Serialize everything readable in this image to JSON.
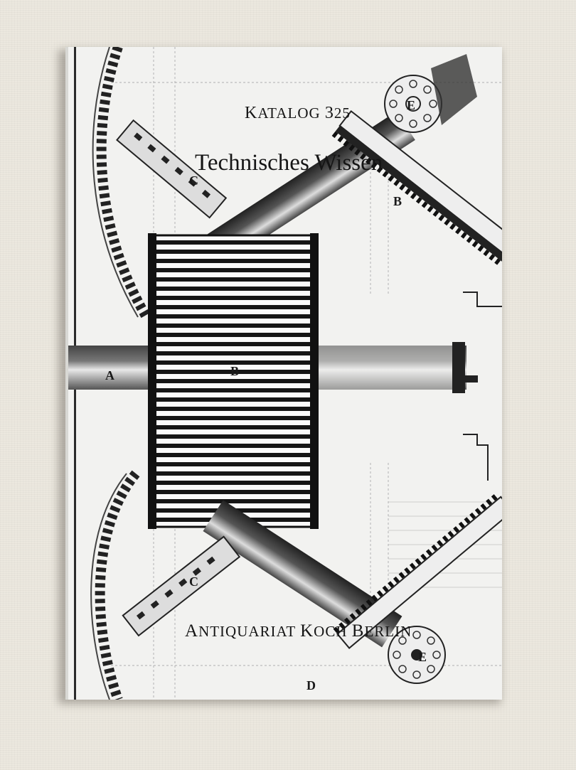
{
  "cover": {
    "catalog": "Katalog 325",
    "title": "Technisches Wissen",
    "publisher": "Antiquariat Koch Berlin"
  },
  "diagram_letters": {
    "a": "A",
    "b_center": "B",
    "b_upper": "B",
    "c_upper": "C",
    "c_lower": "C",
    "d": "D",
    "e_upper": "E",
    "e_lower": "E"
  },
  "colors": {
    "ink": "#151515",
    "paper": "#f2f2f0",
    "background": "#ece8df"
  }
}
